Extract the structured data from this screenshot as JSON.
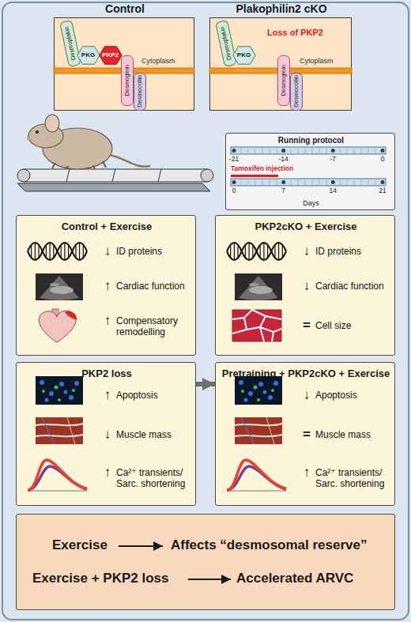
{
  "diagram": {
    "nodes": [
      {
        "text": [
          "Control",
          "Cytoplasm"
        ]
      },
      {
        "text": [
          "Desmoplakin"
        ],
        "in": 0
      },
      {
        "text": [
          "PKG"
        ],
        "in": 0
      },
      {
        "text": [
          "PKP2"
        ],
        "in": 0
      },
      {
        "text": [
          "Desmoglein"
        ],
        "in": 0
      },
      {
        "text": [
          "Desmocollin"
        ],
        "in": 0
      },
      {
        "text": [
          "Plakophilin2 cKO",
          "Cytoplasm",
          "Loss of PKP2"
        ]
      },
      {
        "text": [
          "Desmoplakin"
        ],
        "in": 6
      },
      {
        "text": [
          "PKG"
        ],
        "in": 6
      },
      {
        "text": [
          "Desmoglein"
        ],
        "in": 6
      },
      {
        "text": [
          "Desmocollin"
        ],
        "in": 6
      },
      {
        "text": [
          "Running protocol",
          "Days"
        ]
      },
      {
        "text": [
          "Control + Exercise",
          "↓",
          "ID proteins",
          "↑",
          "Cardiac function",
          "↑",
          "Compensatory remodelling"
        ]
      },
      {
        "text": [
          "PKP2cKO + Exercise",
          "↓",
          "ID proteins",
          "↓",
          "Cardiac function",
          "=",
          "Cell size"
        ]
      },
      {
        "text": [
          "PKP2 loss",
          "↑",
          "Apoptosis",
          "↓",
          "Muscle mass",
          "↑",
          "Ca²⁺ transients/ Sarc. shortening"
        ]
      },
      {
        "text": [
          "Pretraining + PKP2cKO + Exercise",
          "↓",
          "Apoptosis",
          "=",
          "Muscle mass",
          "↑",
          "Ca²⁺ transients/ Sarc. shortening"
        ]
      },
      {
        "text": [
          "Exercise",
          "Affects “desmosomal reserve”",
          "Exercise + PKP2 loss",
          "Accelerated ARVC"
        ]
      }
    ],
    "edges": [
      {
        "from": 14,
        "to": 15,
        "arrow": "to"
      }
    ],
    "labels": [
      "-21",
      "-14",
      "-7",
      "0",
      "Tamoxifen injection",
      "0",
      "7",
      "14",
      "21"
    ]
  }
}
